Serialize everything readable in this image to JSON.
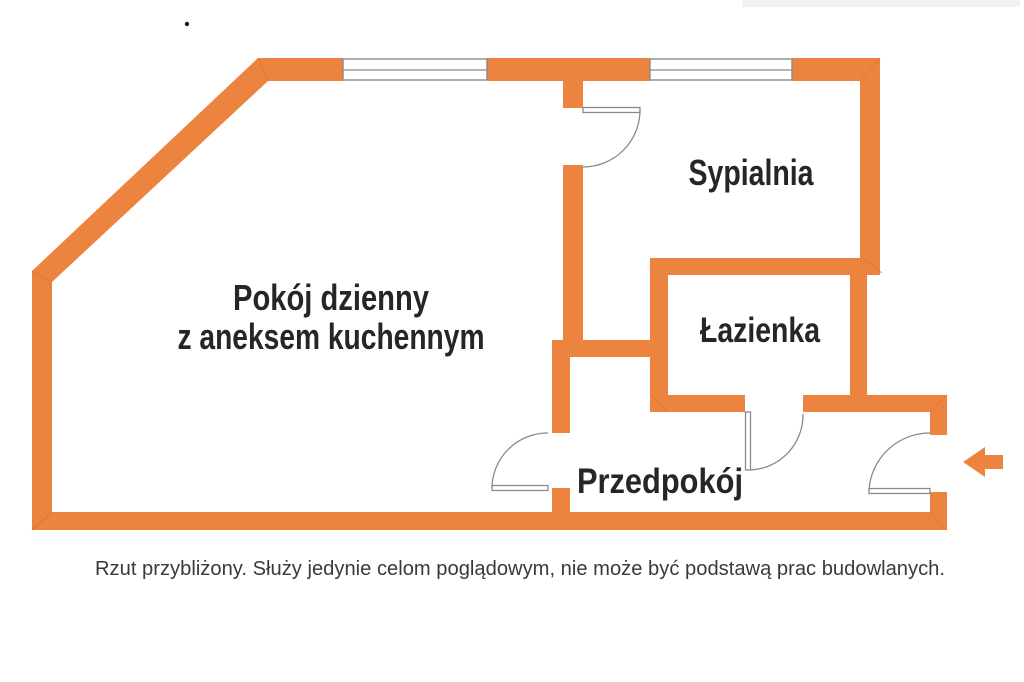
{
  "type": "floor-plan",
  "rooms": {
    "living": {
      "line1": "Pokój dzienny",
      "line2": "z aneksem kuchennym"
    },
    "bedroom": {
      "label": "Sypialnia"
    },
    "bathroom": {
      "label": "Łazienka"
    },
    "hallway": {
      "label": "Przedpokój"
    }
  },
  "caption": "Rzut przybliżony. Służy jedynie celom poglądowym, nie może być podstawą prac budowlanych.",
  "features": {
    "windows": 2,
    "doors": [
      "bedroom",
      "living-room",
      "bathroom",
      "entrance"
    ],
    "entrance_arrow": "left-arrow"
  },
  "colors": {
    "wall": "#EC8440",
    "wall-seam": "#D9772E",
    "outline": "#8A8A8A",
    "text": "#262626",
    "caption": "#3A3A3A",
    "bg": "#FFFFFF"
  }
}
